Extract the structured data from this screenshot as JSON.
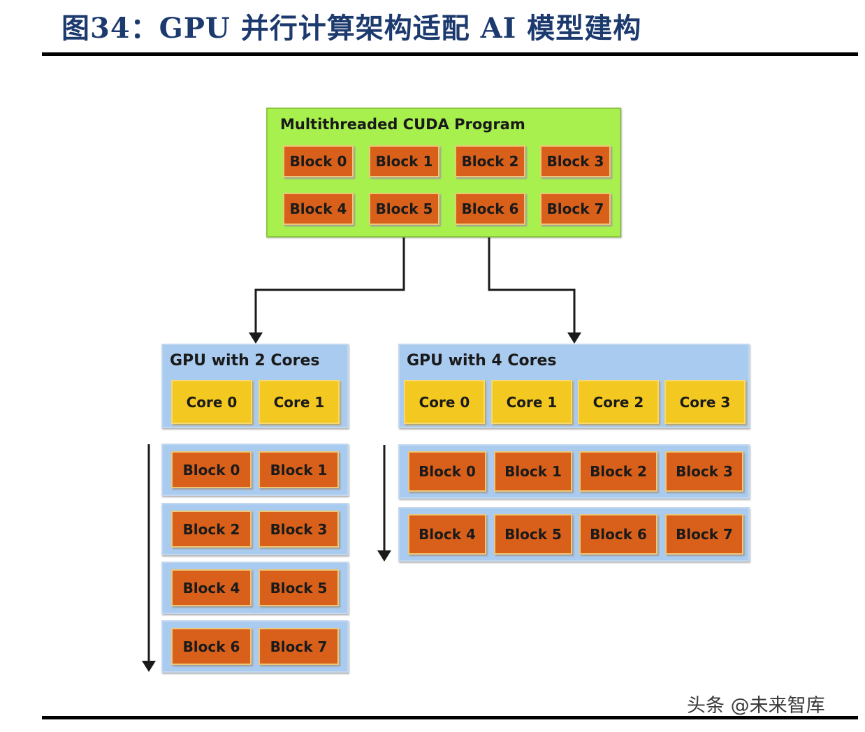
{
  "figure": {
    "title": "图34：GPU 并行计算架构适配 AI 模型建构"
  },
  "program": {
    "label": "Multithreaded CUDA Program",
    "blocks": [
      "Block 0",
      "Block 1",
      "Block 2",
      "Block 3",
      "Block 4",
      "Block 5",
      "Block 6",
      "Block 7"
    ]
  },
  "gpu2": {
    "label": "GPU with 2 Cores",
    "cores": [
      "Core 0",
      "Core 1"
    ],
    "rows": [
      [
        "Block 0",
        "Block 1"
      ],
      [
        "Block 2",
        "Block 3"
      ],
      [
        "Block 4",
        "Block 5"
      ],
      [
        "Block 6",
        "Block 7"
      ]
    ]
  },
  "gpu4": {
    "label": "GPU with 4 Cores",
    "cores": [
      "Core 0",
      "Core 1",
      "Core 2",
      "Core 3"
    ],
    "rows": [
      [
        "Block 0",
        "Block 1",
        "Block 2",
        "Block 3"
      ],
      [
        "Block 4",
        "Block 5",
        "Block 6",
        "Block 7"
      ]
    ]
  },
  "watermark": {
    "text": "头条 @未来智库"
  },
  "colors": {
    "program_bg": "#a8f04e",
    "block": "#d9601a",
    "core": "#f3c820",
    "gpu_panel": "#aacbf0",
    "title": "#1c3a6e"
  }
}
